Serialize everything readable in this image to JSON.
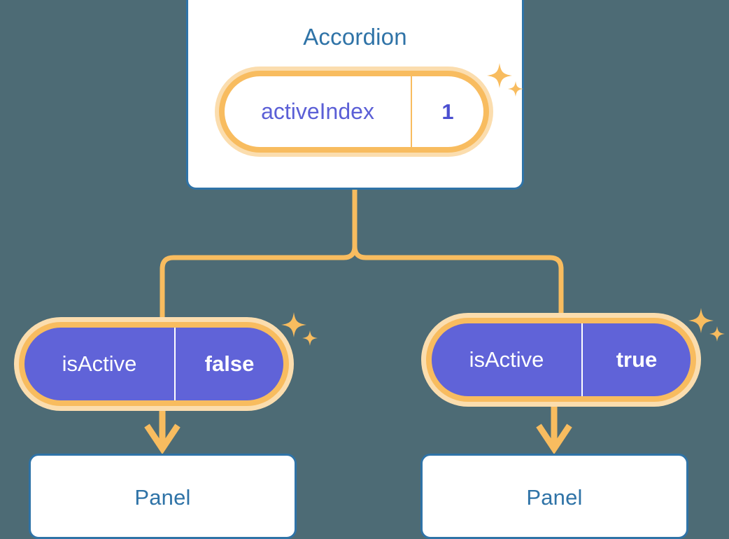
{
  "diagram": {
    "background_color": "#4d6b75",
    "accent_color": "#f8bc5f",
    "node_border_color": "#2f73a7",
    "pill_fill_color": "#6063d8"
  },
  "root": {
    "title": "Accordion",
    "state": {
      "key": "activeIndex",
      "value": "1"
    }
  },
  "branches": [
    {
      "state": {
        "key": "isActive",
        "value": "false"
      },
      "child": {
        "title": "Panel"
      }
    },
    {
      "state": {
        "key": "isActive",
        "value": "true"
      },
      "child": {
        "title": "Panel"
      }
    }
  ],
  "icons": {
    "sparkle": "sparkle-icon",
    "arrow": "arrow-down-icon"
  }
}
